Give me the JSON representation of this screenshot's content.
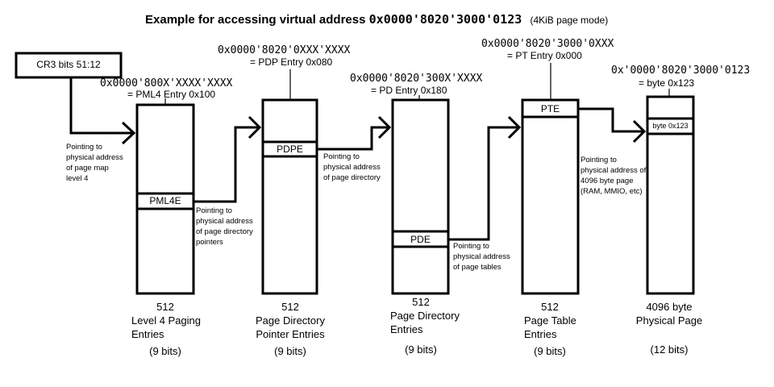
{
  "title": {
    "prefix": "Example for accessing  virtual address",
    "address": "0x0000'8020'3000'0123",
    "mode": "(4KiB page mode)"
  },
  "cr3": {
    "label": "CR3 bits 51:12"
  },
  "levels": [
    {
      "address": "0x0000'800X'XXXX'XXXX",
      "entry": "= PML4 Entry 0x100",
      "slot_label": "PML4E",
      "count": "512",
      "caption": "Level 4 Paging\nEntries",
      "bits": "(9 bits)"
    },
    {
      "address": "0x0000'8020'0XXX'XXXX",
      "entry": "= PDP Entry 0x080",
      "slot_label": "PDPE",
      "count": "512",
      "caption": "Page Directory\nPointer Entries",
      "bits": "(9 bits)"
    },
    {
      "address": "0x0000'8020'300X'XXXX",
      "entry": "= PD Entry 0x180",
      "slot_label": "PDE",
      "count": "512",
      "caption": "Page Directory\nEntries",
      "bits": "(9 bits)"
    },
    {
      "address": "0x0000'8020'3000'0XXX",
      "entry": "= PT Entry 0x000",
      "slot_label": "PTE",
      "count": "512",
      "caption": "Page Table\nEntries",
      "bits": "(9 bits)"
    },
    {
      "address": "0x'0000'8020'3000'0123",
      "entry": "= byte 0x123",
      "slot_label": "byte 0x123",
      "count": "4096 byte",
      "caption": "Physical Page",
      "bits": "(12 bits)"
    }
  ],
  "notes": [
    "Pointing to\nphysical address\nof page map\nlevel 4",
    "Pointing to\nphysical address\nof page directory\npointers",
    "Pointing to\nphysical address\nof page directory",
    "Pointing to\nphysical address\nof page tables",
    "Pointing to\nphysical address of\n4096 byte page\n(RAM, MMIO, etc)"
  ]
}
